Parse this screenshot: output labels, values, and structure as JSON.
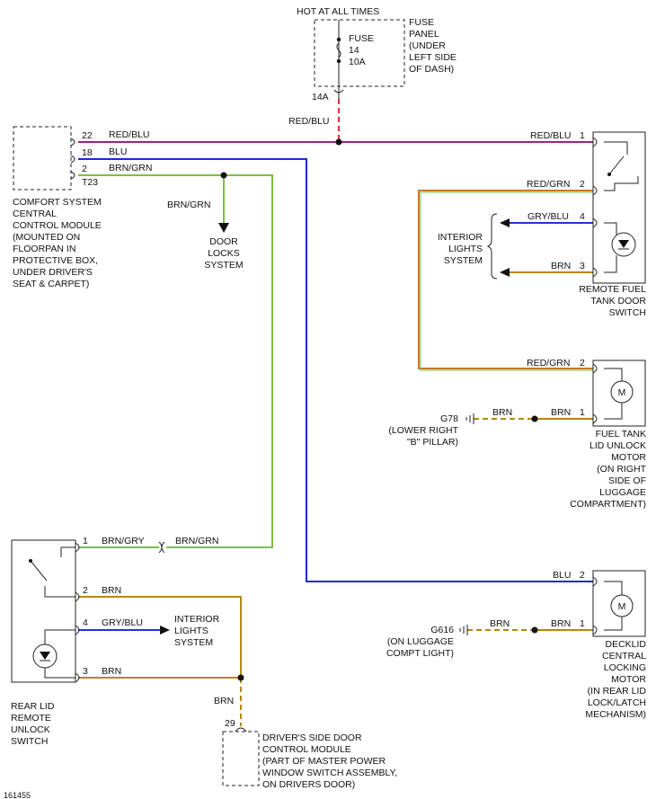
{
  "colors": {
    "red_blu": "#a0207f",
    "blu": "#1a2bd6",
    "brn_grn": "#7cc040",
    "red_grn": "#c8782a",
    "gry_blu": "#2430d8",
    "brn": "#b8860b",
    "red_fuse": "#e23030"
  },
  "hot_label": "HOT AT ALL TIMES",
  "fuse_panel": [
    "FUSE",
    "PANEL",
    "(UNDER",
    "LEFT SIDE",
    "OF DASH)"
  ],
  "fuse": [
    "FUSE",
    "14",
    "10A"
  ],
  "fuse_pin": "14A",
  "fuse_wire_label": "RED/BLU",
  "comfort": {
    "pins": [
      "22",
      "18",
      "2",
      "T23"
    ],
    "wires": [
      "RED/BLU",
      "BLU",
      "BRN/GRN"
    ],
    "desc": [
      "COMFORT SYSTEM",
      "CENTRAL",
      "CONTROL MODULE",
      "(MOUNTED ON",
      "FLOORPAN IN",
      "PROTECTIVE BOX,",
      "UNDER DRIVER'S",
      "SEAT & CARPET)"
    ]
  },
  "door_locks": {
    "wire": "BRN/GRN",
    "desc": [
      "DOOR",
      "LOCKS",
      "SYSTEM"
    ]
  },
  "remote_fuel_switch": {
    "w1": "RED/BLU",
    "p1": "1",
    "w2": "RED/GRN",
    "p2": "2",
    "w4": "GRY/BLU",
    "p4": "4",
    "w3": "BRN",
    "p3": "3",
    "desc": [
      "REMOTE FUEL",
      "TANK DOOR",
      "SWITCH"
    ]
  },
  "interior_lights_right": [
    "INTERIOR",
    "LIGHTS",
    "SYSTEM"
  ],
  "fuel_motor": {
    "w2": "RED/GRN",
    "p2": "2",
    "w1": "BRN",
    "p1": "1",
    "ground_wire": "BRN",
    "ground": [
      "G78",
      "(LOWER RIGHT",
      "\"B\" PILLAR)"
    ],
    "motor_symbol": "M",
    "desc": [
      "FUEL TANK",
      "LID UNLOCK",
      "MOTOR",
      "(ON RIGHT",
      "SIDE OF",
      "LUGGAGE",
      "COMPARTMENT)"
    ]
  },
  "rear_switch": {
    "p1": "1",
    "w1": "BRN/GRY",
    "w1b": "BRN/GRN",
    "p2": "2",
    "w2": "BRN",
    "p4": "4",
    "w4": "GRY/BLU",
    "p3": "3",
    "w3": "BRN",
    "desc": [
      "REAR LID",
      "REMOTE",
      "UNLOCK",
      "SWITCH"
    ]
  },
  "interior_lights_left": [
    "INTERIOR",
    "LIGHTS",
    "SYSTEM"
  ],
  "decklid": {
    "w2": "BLU",
    "p2": "2",
    "w1": "BRN",
    "p1": "1",
    "ground_wire": "BRN",
    "ground": [
      "G616",
      "(ON LUGGAGE",
      "COMPT LIGHT)"
    ],
    "motor_symbol": "M",
    "desc": [
      "DECKLID",
      "CENTRAL",
      "LOCKING",
      "MOTOR",
      "(IN REAR LID",
      "LOCK/LATCH",
      "MECHANISM)"
    ]
  },
  "driver_module": {
    "wire": "BRN",
    "pin": "29",
    "desc": [
      "DRIVER'S SIDE DOOR",
      "CONTROL MODULE",
      "(PART OF MASTER POWER",
      "WINDOW SWITCH ASSEMBLY,",
      "ON DRIVERS DOOR)"
    ]
  },
  "diagram_id": "161455"
}
